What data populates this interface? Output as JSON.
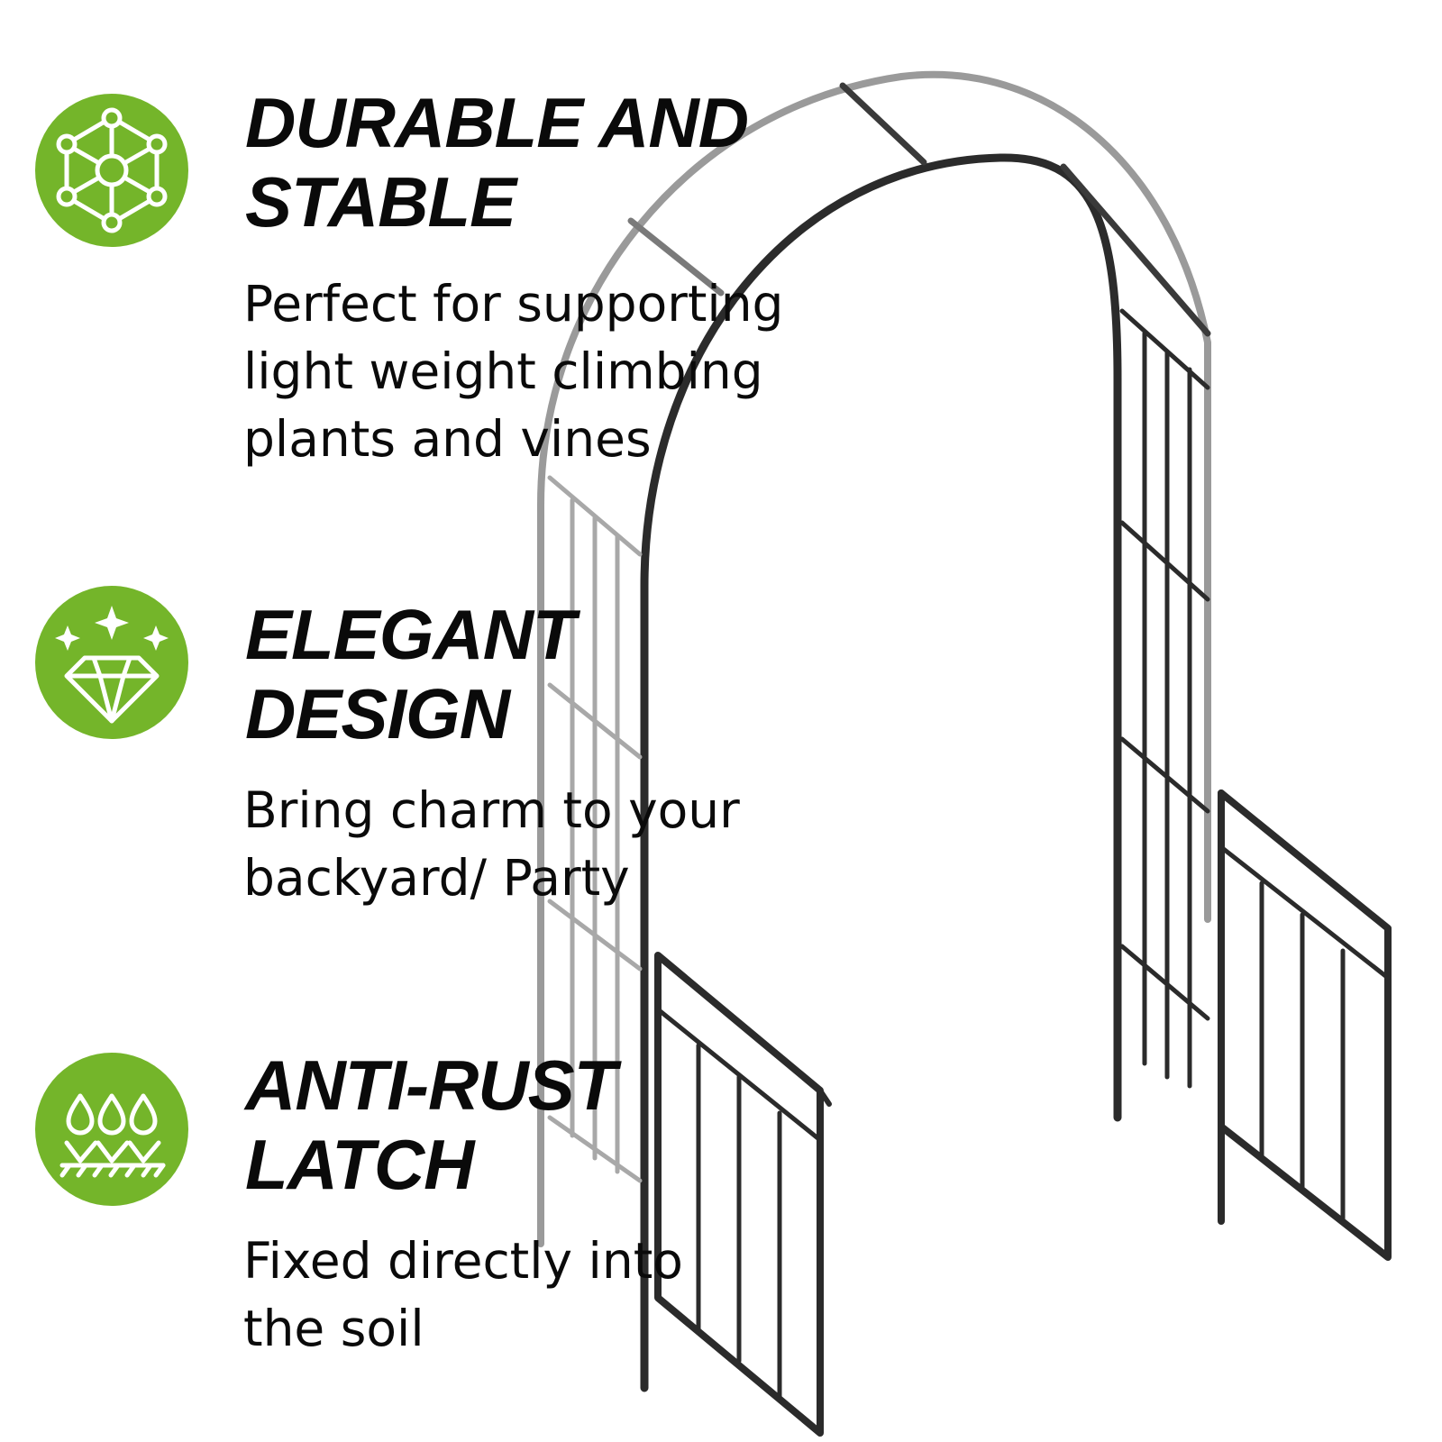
{
  "brand": {
    "accent": "#74b52a",
    "text": "#0a0a0a",
    "frame": "#2b2b2b"
  },
  "features": [
    {
      "icon": "network-hexagon-icon",
      "title_line1": "DURABLE AND",
      "title_line2": "STABLE",
      "desc_line1": "Perfect for supporting",
      "desc_line2": "light weight climbing",
      "desc_line3": "plants and vines"
    },
    {
      "icon": "diamond-sparkle-icon",
      "title_line1": "ELEGANT",
      "title_line2": "DESIGN",
      "desc_line1": "Bring charm to your",
      "desc_line2": "backyard/ Party"
    },
    {
      "icon": "water-drops-soil-icon",
      "title_line1": "ANTI-RUST",
      "title_line2": "LATCH",
      "desc_line1": "Fixed directly into",
      "desc_line2": "the soil"
    }
  ]
}
